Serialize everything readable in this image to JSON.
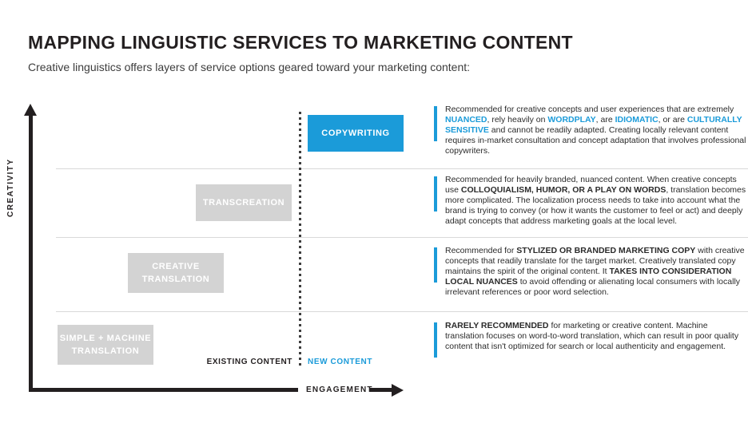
{
  "page": {
    "title": "MAPPING LINGUISTIC SERVICES TO MARKETING CONTENT",
    "subtitle": "Creative linguistics offers layers of service options geared toward your marketing content:"
  },
  "axes": {
    "y_label": "CREATIVITY",
    "x_label": "ENGAGEMENT"
  },
  "content_divider": {
    "left_label": "EXISTING CONTENT",
    "right_label": "NEW CONTENT"
  },
  "colors": {
    "accent": "#1b9bd9",
    "box_gray": "#d3d3d3",
    "ink": "#231f20"
  },
  "services": [
    {
      "label": "COPYWRITING",
      "style": "accent",
      "description": [
        {
          "t": "Recommended for creative concepts and user experiences that are extremely "
        },
        {
          "t": "NUANCED",
          "b": true,
          "c": "accent"
        },
        {
          "t": ", rely heavily on "
        },
        {
          "t": "WORDPLAY",
          "b": true,
          "c": "accent"
        },
        {
          "t": ", are "
        },
        {
          "t": "IDIOMATIC",
          "b": true,
          "c": "accent"
        },
        {
          "t": ", or are "
        },
        {
          "t": "CULTURALLY SENSITIVE",
          "b": true,
          "c": "accent"
        },
        {
          "t": " and cannot be readily adapted. Creating locally relevant content requires in-market consultation and concept adaptation that involves professional copywriters."
        }
      ]
    },
    {
      "label": "TRANSCREATION",
      "style": "gray",
      "description": [
        {
          "t": "Recommended for heavily branded, nuanced content. When creative concepts use "
        },
        {
          "t": "COLLOQUIALISM, HUMOR, OR A PLAY ON WORDS",
          "b": true
        },
        {
          "t": ", translation becomes more complicated. The localization process needs to take into account what the brand is trying to convey (or how it wants the customer to feel or act) and deeply adapt concepts that address marketing goals at the local level."
        }
      ]
    },
    {
      "label": "CREATIVE\nTRANSLATION",
      "style": "gray",
      "description": [
        {
          "t": "Recommended for "
        },
        {
          "t": "STYLIZED OR BRANDED MARKETING COPY",
          "b": true
        },
        {
          "t": " with creative concepts that readily translate for the target market. Creatively translated copy maintains the spirit of the original content. It "
        },
        {
          "t": "TAKES INTO CONSIDERATION LOCAL NUANCES",
          "b": true
        },
        {
          "t": " to avoid offending or alienating local consumers with locally irrelevant references or poor word selection."
        }
      ]
    },
    {
      "label": "SIMPLE + MACHINE\nTRANSLATION",
      "style": "gray",
      "description": [
        {
          "t": "RARELY RECOMMENDED",
          "b": true
        },
        {
          "t": " for marketing or creative content. Machine translation focuses on word-to-word translation, which can result in poor quality content that isn't optimized for search or local authenticity and engagement."
        }
      ]
    }
  ]
}
